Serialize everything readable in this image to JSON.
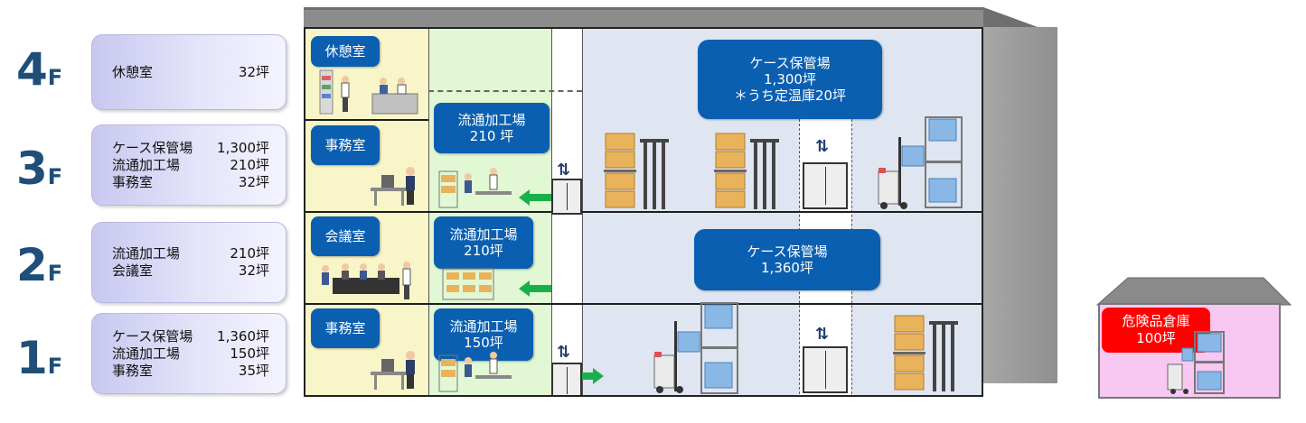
{
  "floors": [
    {
      "number": "4",
      "suffix": "F",
      "rows": [
        {
          "name": "休憩室",
          "area": "32坪"
        }
      ]
    },
    {
      "number": "3",
      "suffix": "F",
      "rows": [
        {
          "name": "ケース保管場",
          "area": "1,300坪"
        },
        {
          "name": "流通加工場",
          "area": "210坪"
        },
        {
          "name": "事務室",
          "area": "32坪"
        }
      ]
    },
    {
      "number": "2",
      "suffix": "F",
      "rows": [
        {
          "name": "流通加工場",
          "area": "210坪"
        },
        {
          "name": "会議室",
          "area": "32坪"
        }
      ]
    },
    {
      "number": "1",
      "suffix": "F",
      "rows": [
        {
          "name": "ケース保管場",
          "area": "1,360坪"
        },
        {
          "name": "流通加工場",
          "area": "150坪"
        },
        {
          "name": "事務室",
          "area": "35坪"
        }
      ]
    }
  ],
  "building_labels": {
    "rest_room": "休憩室",
    "office_3f": "事務室",
    "meeting_room": "会議室",
    "office_1f": "事務室",
    "processing_3f": [
      "流通加工場",
      "210 坪"
    ],
    "processing_2f": [
      "流通加工場",
      "210坪"
    ],
    "processing_1f": [
      "流通加工場",
      "150坪"
    ],
    "storage_upper": [
      "ケース保管場",
      "1,300坪",
      "＊うち定温庫20坪"
    ],
    "storage_2f": [
      "ケース保管場",
      "1,360坪"
    ]
  },
  "hazard_shed": [
    "危険品倉庫",
    "100坪"
  ],
  "elevator_icon": "⇅",
  "colors": {
    "label_blue": "#0b5fb0",
    "floor_text": "#1f4e79",
    "office_zone": "#f8f5c8",
    "processing_zone": "#e2f7d3",
    "storage_zone": "#dfe6f1",
    "arrow_green": "#19b04b",
    "hazard_red": "#ff0000",
    "shed_pink": "#f7c8f2"
  }
}
